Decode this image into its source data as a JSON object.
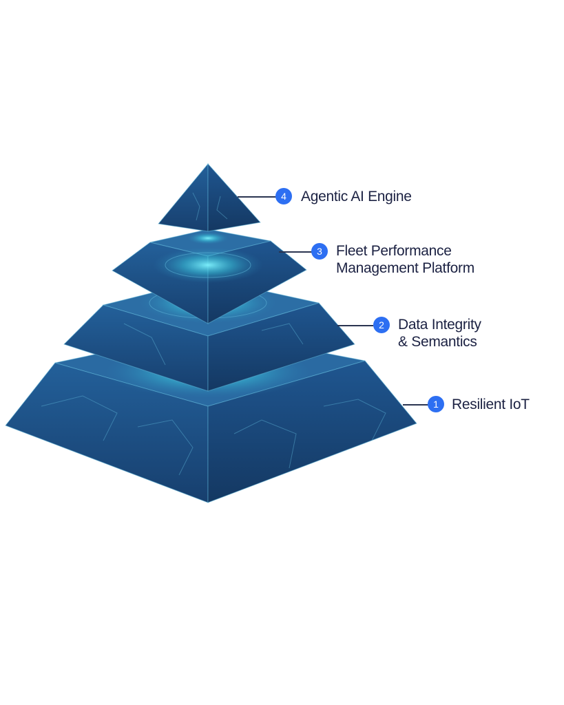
{
  "tiers": [
    {
      "number": "1",
      "label_lines": [
        "Resilient IoT"
      ]
    },
    {
      "number": "2",
      "label_lines": [
        "Data Integrity",
        "& Semantics"
      ]
    },
    {
      "number": "3",
      "label_lines": [
        "Fleet Performance",
        "Management Platform"
      ]
    },
    {
      "number": "4",
      "label_lines": [
        "Agentic AI Engine"
      ]
    }
  ],
  "colors": {
    "badge": "#2d6ff2",
    "text": "#1b2142",
    "face_left": "#1e5288",
    "face_right": "#1a4677",
    "top_face": "#2c6ea5",
    "glow": "#5fe3f0"
  }
}
